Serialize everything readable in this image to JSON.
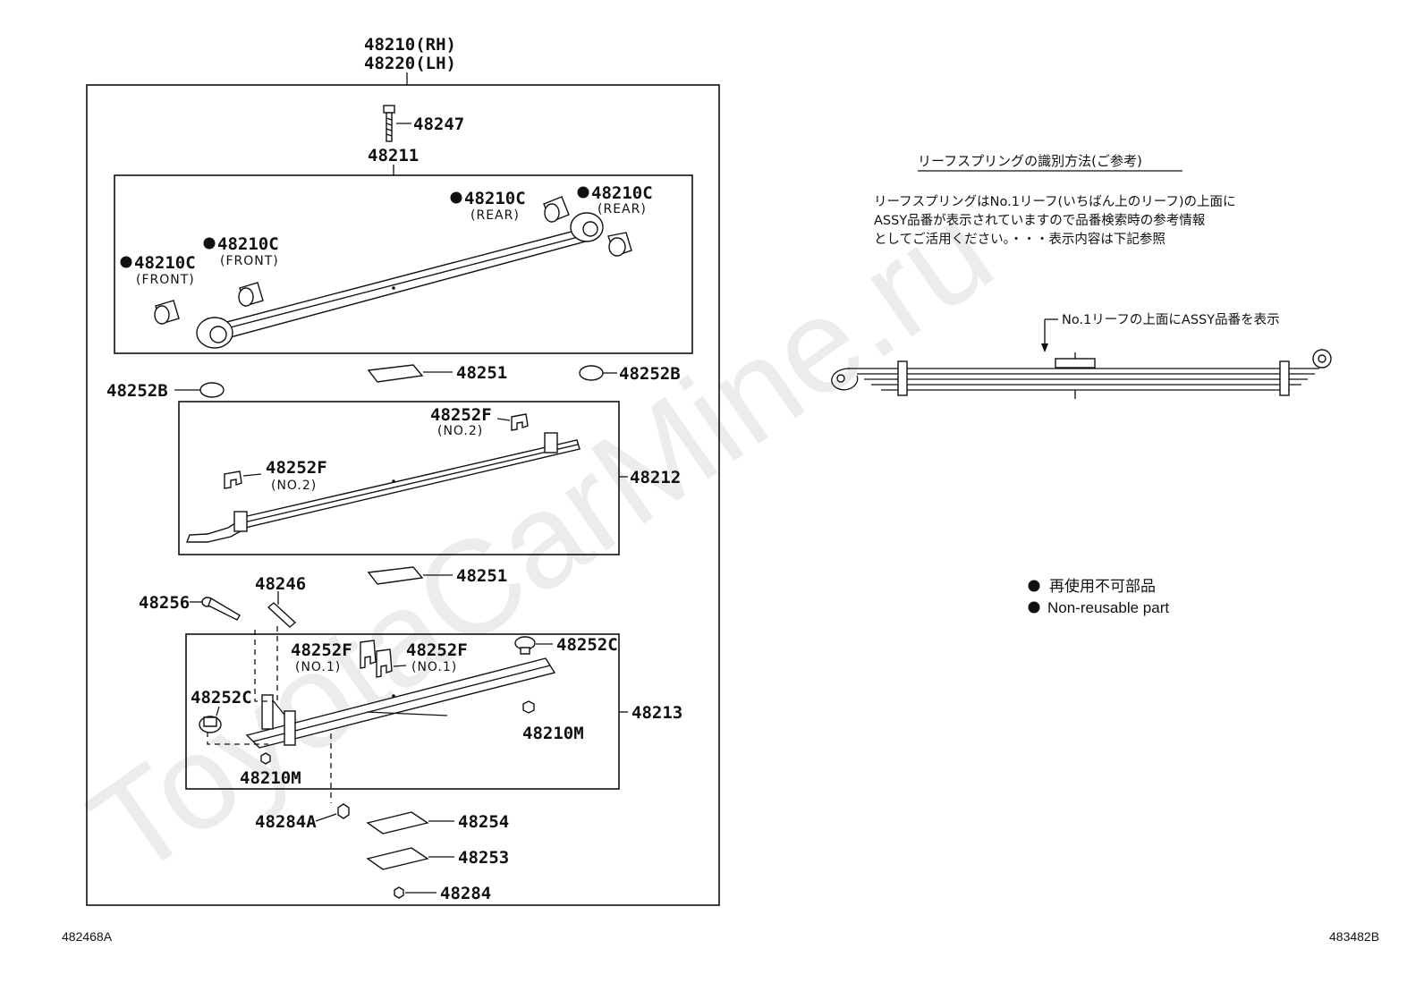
{
  "watermark": "ToyotaCarMine.ru",
  "assembly": {
    "numbers": [
      "48210(RH)",
      "48220(LH)"
    ]
  },
  "callouts": {
    "p48247": "48247",
    "p48211": "48211",
    "p48210c_rear_1": "48210C",
    "p48210c_rear_2": "48210C",
    "p48210c_front_1": "48210C",
    "p48210c_front_2": "48210C",
    "p48252b_left": "48252B",
    "p48252b_right": "48252B",
    "p48251_upper": "48251",
    "p48251_lower": "48251",
    "p48252f_no2_top": "48252F",
    "p48252f_no2_left": "48252F",
    "p48212": "48212",
    "p48256": "48256",
    "p48246": "48246",
    "p48252f_no1_left": "48252F",
    "p48252f_no1_right": "48252F",
    "p48252c_right": "48252C",
    "p48252c_left": "48252C",
    "p48213": "48213",
    "p48210m_right": "48210M",
    "p48210m_left": "48210M",
    "p48284a": "48284A",
    "p48254": "48254",
    "p48253": "48253",
    "p48284": "48284"
  },
  "qualifiers": {
    "rear": "(REAR)",
    "front": "(FRONT)",
    "no2": "(NO.2)",
    "no1": "(NO.1)"
  },
  "note": {
    "title": "リーフスプリングの識別方法(ご参考)",
    "lines": [
      "リーフスプリングはNo.1リーフ(いちばん上のリーフ)の上面に",
      "ASSY品番が表示されていますので品番検索時の参考情報",
      "としてご活用ください。・・・表示内容は下記参照"
    ],
    "spring_callout": "No.1リーフの上面にASSY品番を表示"
  },
  "legend": {
    "jp": "再使用不可部品",
    "en": "Non-reusable part"
  },
  "figure_codes": {
    "left": "482468A",
    "right": "483482B"
  },
  "colors": {
    "ink": "#111111",
    "watermark": "#ececec",
    "background": "#ffffff"
  }
}
